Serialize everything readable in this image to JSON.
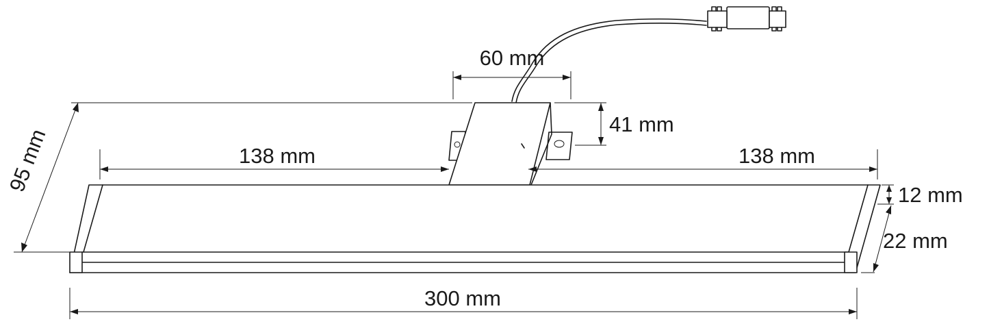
{
  "dimensions": {
    "bracket_width": "60 mm",
    "total_height": "95 mm",
    "bracket_height": "41 mm",
    "left_offset": "138 mm",
    "right_offset": "138 mm",
    "bar_thickness": "12 mm",
    "bar_depth": "22 mm",
    "total_length": "300 mm"
  },
  "colors": {
    "line": "#1a1a1a",
    "background": "#ffffff"
  }
}
